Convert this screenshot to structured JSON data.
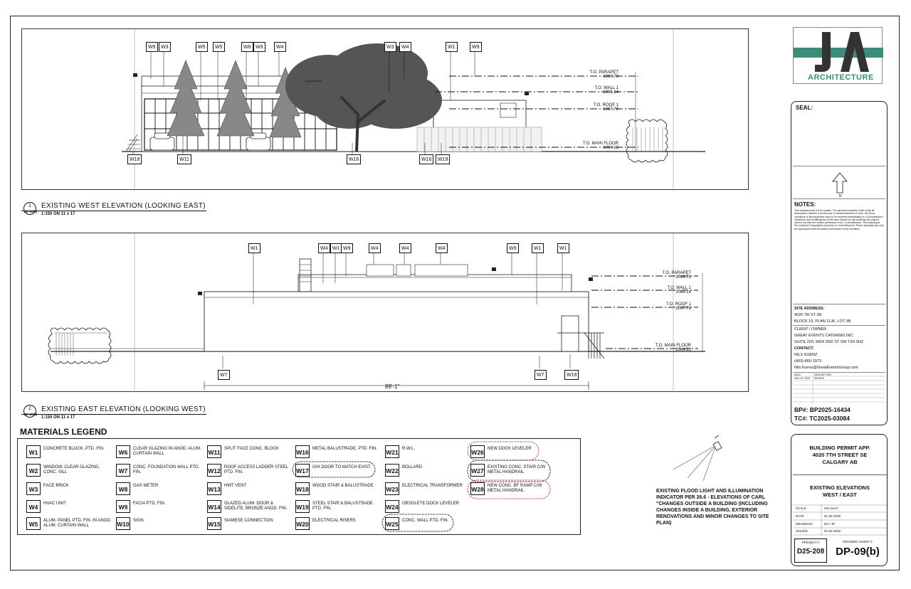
{
  "colors": {
    "logo_teal": "#3d8c7a",
    "logo_dark": "#333333",
    "cloud": "#c0392b",
    "tree": "#555555"
  },
  "west": {
    "title": "EXISTING  WEST  ELEVATION  (LOOKING  EAST)",
    "number": "1",
    "ref": "DP-09(b)",
    "scale": "1:150 ON 11 x 17",
    "top_tags": [
      "W9",
      "W3",
      "W5",
      "W5",
      "W6",
      "W9",
      "W4",
      "W3",
      "W4",
      "W1",
      "W9"
    ],
    "bottom_tags": [
      "W18",
      "W11",
      "W16",
      "W16",
      "W19"
    ],
    "levels": [
      {
        "name": "T.O. PARAPET",
        "el": "1069.78"
      },
      {
        "name": "T.O. WALL 1",
        "el": "1068.14"
      },
      {
        "name": "T.O. ROOF 1",
        "el": "1067.78"
      },
      {
        "name": "T.O. MAIN FLOOR",
        "el": "1064.13"
      }
    ],
    "sign_text": "GREAT EVENTS"
  },
  "east": {
    "title": "EXISTING  EAST  ELEVATION  (LOOKING  WEST)",
    "number": "2",
    "ref": "DP-09(b)",
    "scale": "1:150 ON 11 x 17",
    "top_tags": [
      "W1",
      "W4",
      "W1",
      "W9",
      "W4",
      "W4",
      "W4",
      "W9",
      "W1",
      "W1"
    ],
    "bottom_tags": [
      "W7",
      "W7",
      "W18"
    ],
    "levels": [
      {
        "name": "T.O. PARAPET",
        "el": "1069.78"
      },
      {
        "name": "T.O. WALL 1",
        "el": "1068.14"
      },
      {
        "name": "T.O. ROOF 1",
        "el": "1067.78"
      },
      {
        "name": "T.O. MAIN FLOOR",
        "el": "1064.13"
      }
    ],
    "dimension": "89'-1\""
  },
  "legend": {
    "title": "MATERIALS LEGEND",
    "items": [
      {
        "code": "W1",
        "desc": "CONCRETE BLOCK, PTD .FIN."
      },
      {
        "code": "W2",
        "desc": "WINDOW, CLEAR GLAZING, CONC. SILL"
      },
      {
        "code": "W3",
        "desc": "FACE BRICK"
      },
      {
        "code": "W4",
        "desc": "HVAC UNIT"
      },
      {
        "code": "W5",
        "desc": "ALUM. PANEL PTD. FIN. IN ANOD. ALUM. CURTAIN WALL"
      },
      {
        "code": "W6",
        "desc": "CLEAR GLAZING IN ANOD. ALUM. CURTAIN WALL"
      },
      {
        "code": "W7",
        "desc": "CONC. FOUNDATION WALL PTD. FIN."
      },
      {
        "code": "W8",
        "desc": "GAS METER"
      },
      {
        "code": "W9",
        "desc": "FACIA PTD. FIN."
      },
      {
        "code": "W10",
        "desc": "SIGN"
      },
      {
        "code": "W11",
        "desc": "SPLIT FACE CONC. BLOCK"
      },
      {
        "code": "W12",
        "desc": "ROOF ACCESS LADDER STEEL PTD. FIN."
      },
      {
        "code": "W13",
        "desc": "HWT VENT"
      },
      {
        "code": "W14",
        "desc": "GLAZED ALUM. DOOR & SIDELITE, BRONZE ANOD. FIN."
      },
      {
        "code": "W15",
        "desc": "SIAMESE CONNECTION"
      },
      {
        "code": "W16",
        "desc": "METAL BALUSTRADE, PTD. FIN."
      },
      {
        "code": "W17",
        "desc": "O/H DOOR TO MATCH EXIST."
      },
      {
        "code": "W18",
        "desc": "WOOD STAIR & BALUSTRADE"
      },
      {
        "code": "W19",
        "desc": "STEEL STAIR & BALUSTRADE PTD. FIN."
      },
      {
        "code": "W20",
        "desc": "ELECTRICAL RISERS"
      },
      {
        "code": "W21",
        "desc": "R.W.L."
      },
      {
        "code": "W22",
        "desc": "BOLLARD"
      },
      {
        "code": "W23",
        "desc": "ELECTRICAL TRANSFORMER"
      },
      {
        "code": "W24",
        "desc": "OBSOLETE DOCK LEVELER"
      },
      {
        "code": "W25",
        "desc": "CONC. WALL PTD. FIN."
      },
      {
        "code": "W26",
        "desc": "NEW DOCK LEVELER"
      },
      {
        "code": "W27",
        "desc": "EXISTING CONC. STAIR C/W METAL HANDRAIL"
      },
      {
        "code": "W28",
        "desc": "NEW CONC. BF RAMP C/W METAL HANDRAIL"
      }
    ]
  },
  "flood_note": "EXISTING FLOOD LIGHT AND ILLUMINATION INDICATOR PER 26.6 - ELEVATIONS OF CARL \"CHANGES OUTSIDE A BUILDING (INCLUDING CHANGES INSIDE A BUILDING, EXTERIOR RENOVATIONS AND MINOR CHANGES TO SITE PLAN)",
  "titleblock": {
    "logo_letters": "JA",
    "logo_word": "ARCHITECTURE",
    "seal_label": "SEAL:",
    "north": "N",
    "notes_label": "NOTES:",
    "notes_text": "This drawing must not be scaled. The general contractor shall verify all dimensions, datums & levels prior to commencement of work. All errors, omissions & discrepancies have to be reported immediately to J A Architecture. Variations and modifications of the work shown on this drawing can only be carried out with the written permission from J A Architecture. This drawing is the exclusive Copyrighted property of J A Architecture.These drawings can only be reproduced with the written permission of the Architect.",
    "site_address_label": "SITE ADDRESS:",
    "site_address_1": "4020 7th ST SE",
    "site_address_2": "BLOCK 19, PLAN 11JK, LOT 3B",
    "client_label": "CLIENT / OWNER",
    "client_name": "GREAT EVENTS CATERING INC.",
    "client_address": "SUITE 220; 5824 2ND ST SW T2H 0H2",
    "contact_label": "CONTACT:",
    "contact_name": "NILS KUENZ",
    "contact_phone": "(403)-860-1973",
    "contact_email": "Nils.Kuenz@GreatEventsGroup.com",
    "rev_headers": [
      "DATE",
      "DESCRIPTION"
    ],
    "rev_rows": [
      [
        "JAN. 02, 2026",
        "REVIEW"
      ]
    ],
    "bp": "BP#: BP2025-16434",
    "tc": "TC#: TC2025-03084",
    "project_line1": "BUILDING PERMIT APP.",
    "project_line2": "4020 7TH STREET SE",
    "project_line3": "CALGARY AB",
    "sheet_title1": "EXISTING ELEVATIONS",
    "sheet_title2": "WEST / EAST",
    "meta": [
      {
        "label": "SCALE",
        "value": "ON 11x17"
      },
      {
        "label": "DATE",
        "value": "01-02-2026"
      },
      {
        "label": "DRAWN BY",
        "value": "MJ / JP"
      },
      {
        "label": "ISSUED",
        "value": "01-02-2026"
      }
    ],
    "project_no_label": "PROJECT #",
    "project_no": "D25-208",
    "sheet_no_label": "DRAWING SHEET #",
    "sheet_no": "DP-09(b)"
  }
}
